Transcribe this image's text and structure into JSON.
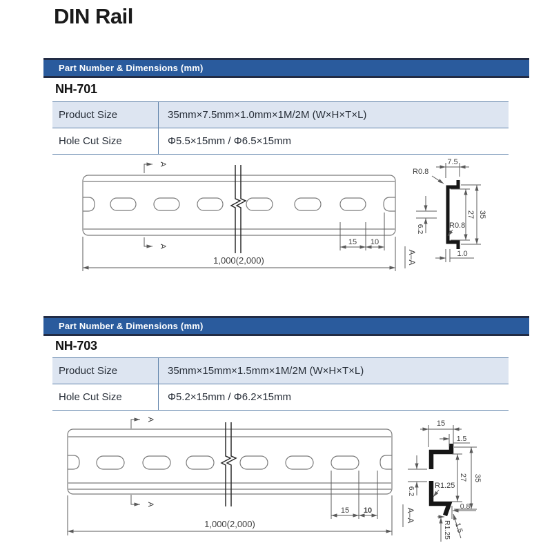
{
  "page": {
    "title": "DIN Rail"
  },
  "colors": {
    "header_blue": "#2a5b9d",
    "header_edge": "#222c45",
    "row_highlight": "#dde5f1",
    "table_border": "#5d81a9"
  },
  "sections": [
    {
      "header": "Part Number & Dimensions (mm)",
      "part_number": "NH-701",
      "table": {
        "rows": [
          {
            "label": "Product Size",
            "value": "35mm×7.5mm×1.0mm×1M/2M (W×H×T×L)"
          },
          {
            "label": "Hole Cut Size",
            "value": "Φ5.5×15mm / Φ6.5×15mm"
          }
        ]
      },
      "drawing": {
        "marker": "A",
        "slot_dim": "15",
        "gap_dim": "10",
        "length_dim": "1,000(2,000)",
        "section_label": "A–A",
        "cs": {
          "flange_width": "7.5",
          "radius_top": "R0.8",
          "radius_inner": "R0.8",
          "inner_height": "27",
          "overall_height": "35",
          "hole_height": "6.2",
          "thickness": "1.0"
        }
      }
    },
    {
      "header": "Part Number & Dimensions (mm)",
      "part_number": "NH-703",
      "table": {
        "rows": [
          {
            "label": "Product Size",
            "value": "35mm×15mm×1.5mm×1M/2M (W×H×T×L)"
          },
          {
            "label": "Hole Cut Size",
            "value": "Φ5.2×15mm / Φ6.2×15mm"
          }
        ]
      },
      "drawing": {
        "marker": "A",
        "slot_dim": "15",
        "gap_dim": "10",
        "length_dim": "1,000(2,000)",
        "section_label": "A–A",
        "cs": {
          "flange_width": "15",
          "lip_thickness": "1.5",
          "inner_height": "27",
          "overall_height": "35",
          "hole_height": "6.2",
          "radius_inner": "R1.25",
          "lip_offset": "0.8",
          "radius_lip": "R1.25",
          "lip_thickness2": "1.5"
        }
      }
    }
  ]
}
